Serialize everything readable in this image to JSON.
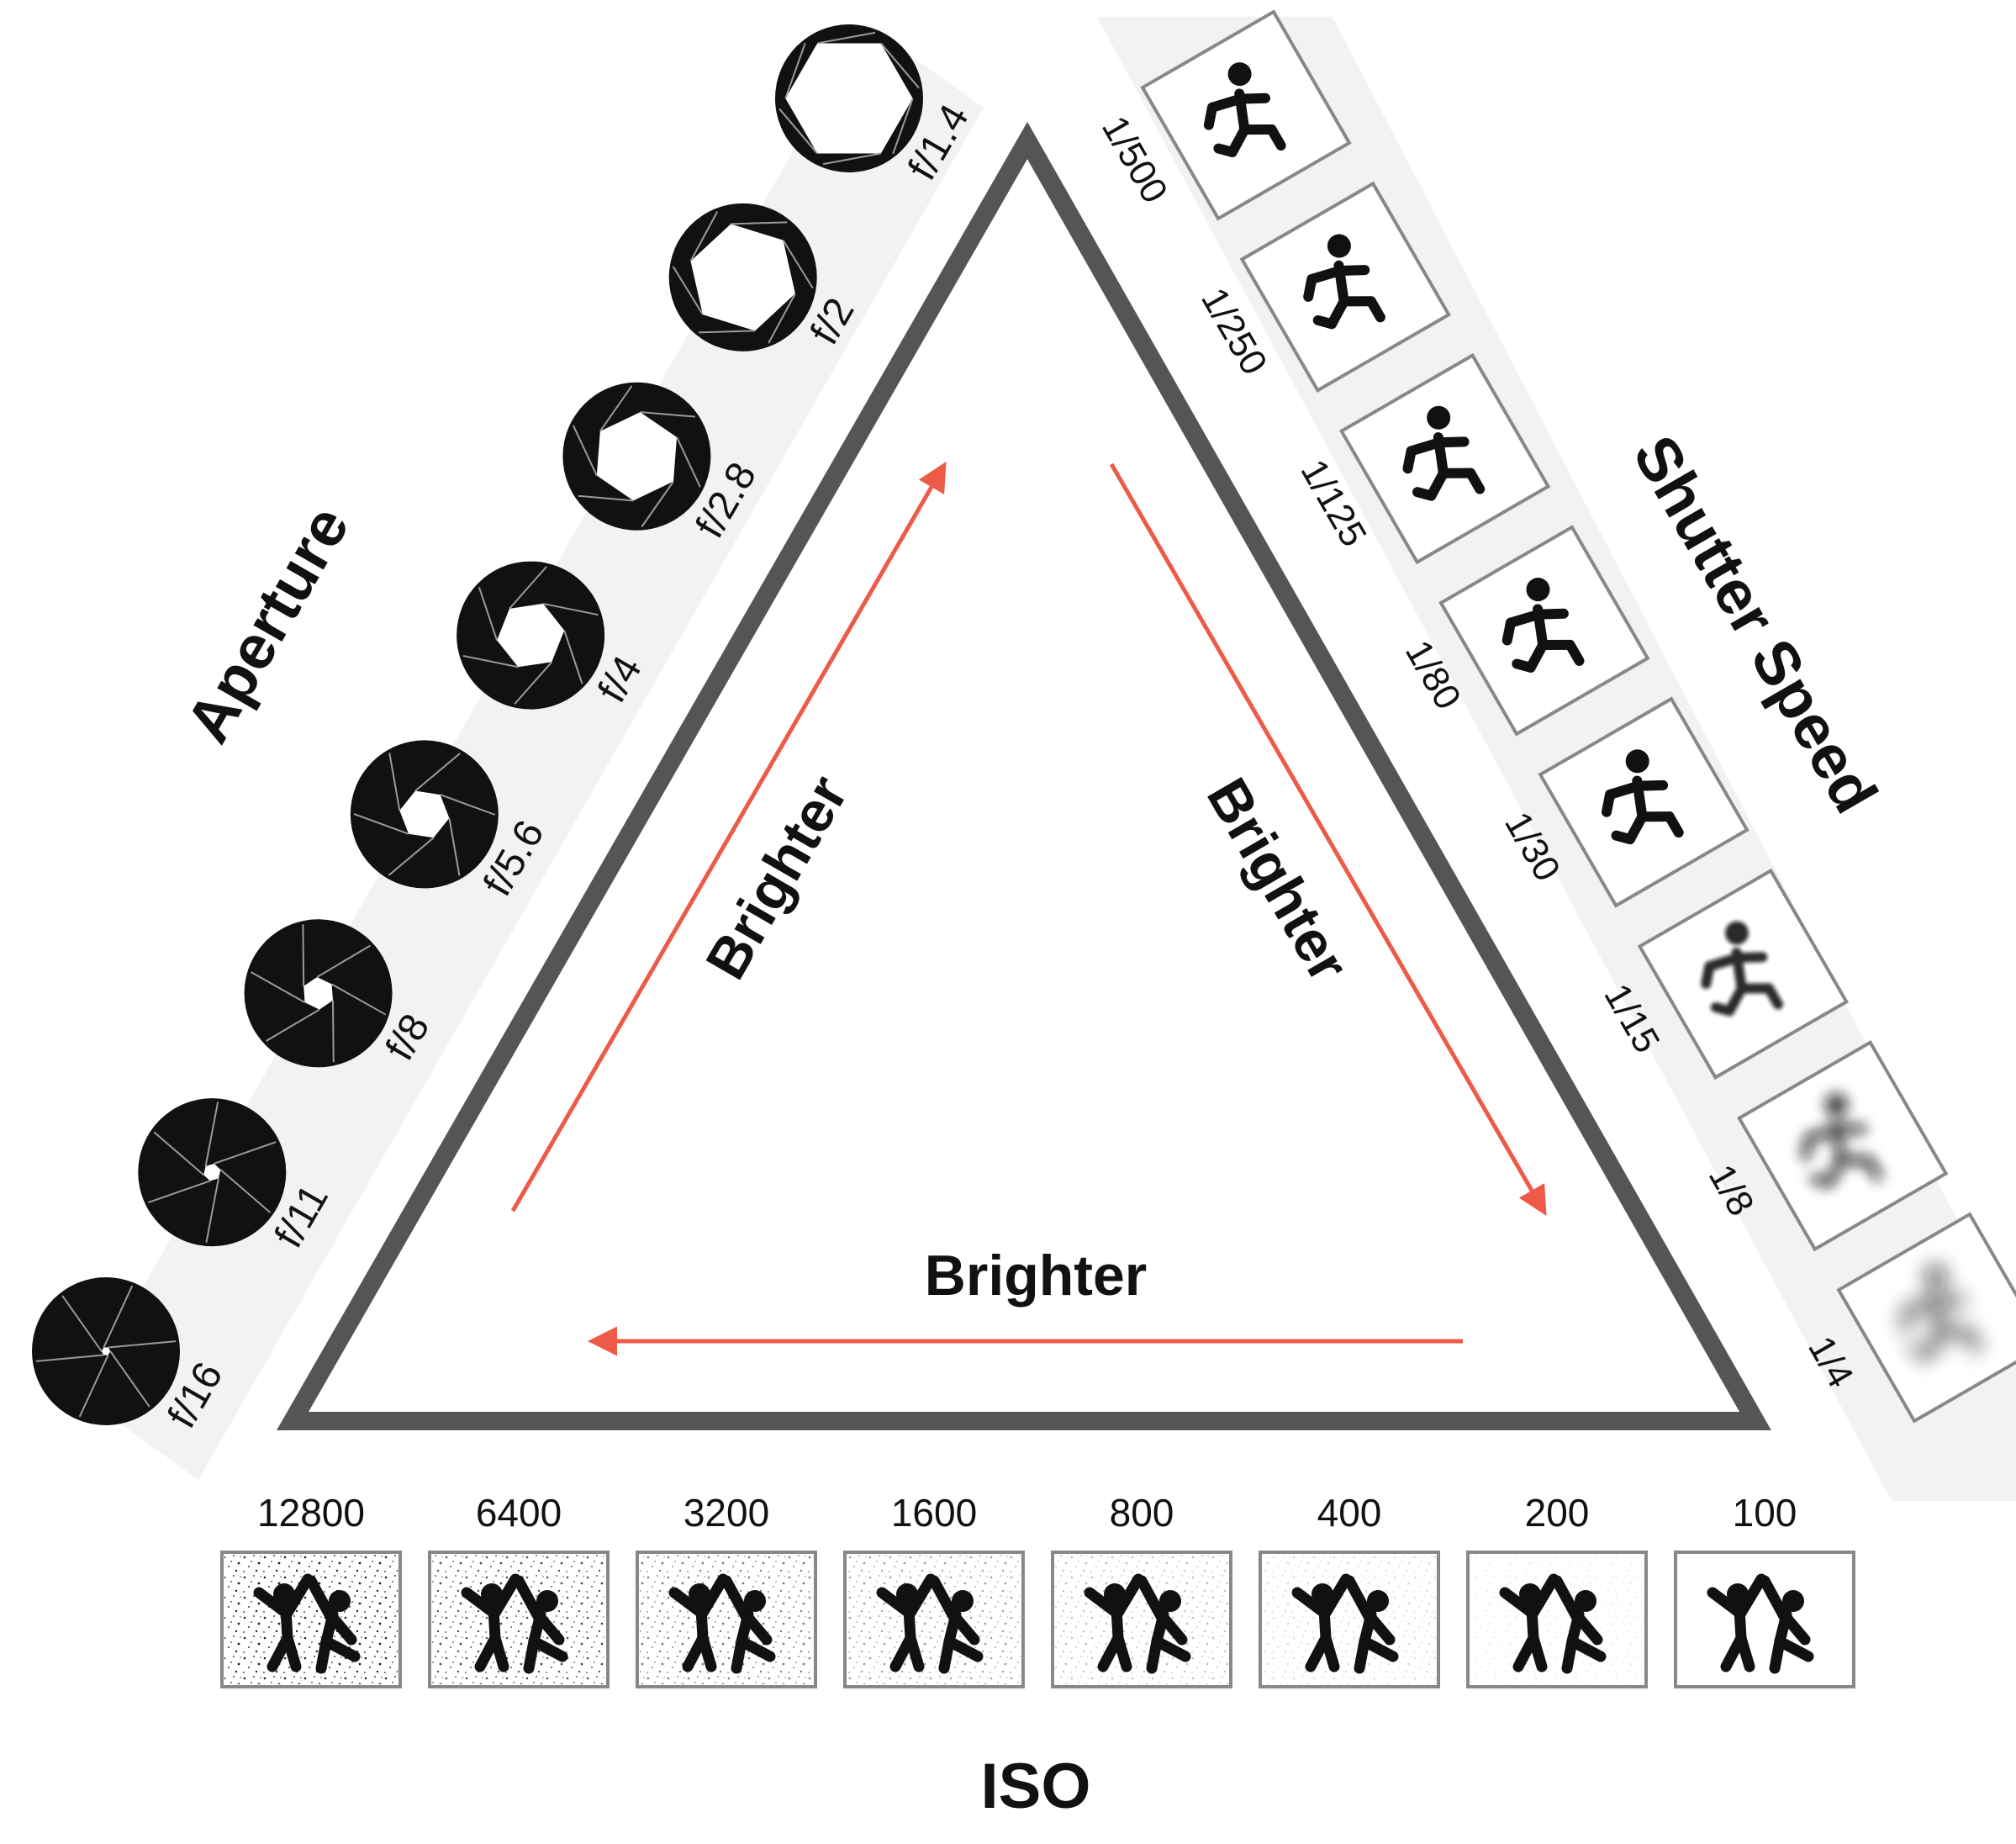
{
  "colors": {
    "triangle": "#555555",
    "arrow": "#ee5a48",
    "ink": "#111111",
    "frame": "#888888",
    "band": "#f2f2f2"
  },
  "labels": {
    "aperture": "Aperture",
    "shutter": "Shutter Speed",
    "iso": "ISO",
    "brighter_left": "Brighter",
    "brighter_right": "Brighter",
    "brighter_bottom": "Brighter"
  },
  "aperture_stops": [
    {
      "label": "f/1.4",
      "opening": 0.86,
      "icon": "aperture-icon"
    },
    {
      "label": "f/2",
      "opening": 0.74,
      "icon": "aperture-icon"
    },
    {
      "label": "f/2.8",
      "opening": 0.6,
      "icon": "aperture-icon"
    },
    {
      "label": "f/4",
      "opening": 0.46,
      "icon": "aperture-icon"
    },
    {
      "label": "f/5.6",
      "opening": 0.34,
      "icon": "aperture-icon"
    },
    {
      "label": "f/8",
      "opening": 0.22,
      "icon": "aperture-icon"
    },
    {
      "label": "f/11",
      "opening": 0.12,
      "icon": "aperture-icon"
    },
    {
      "label": "f/16",
      "opening": 0.06,
      "icon": "aperture-icon"
    }
  ],
  "shutter_speeds": [
    {
      "label": "1/500",
      "blur": 0,
      "icon": "running-person-icon"
    },
    {
      "label": "1/250",
      "blur": 0,
      "icon": "running-person-icon"
    },
    {
      "label": "1/125",
      "blur": 0,
      "icon": "running-person-icon"
    },
    {
      "label": "1/80",
      "blur": 0,
      "icon": "running-person-icon"
    },
    {
      "label": "1/30",
      "blur": 0.1,
      "icon": "running-person-icon"
    },
    {
      "label": "1/15",
      "blur": 0.35,
      "icon": "running-person-icon"
    },
    {
      "label": "1/8",
      "blur": 0.65,
      "icon": "running-person-icon"
    },
    {
      "label": "1/4",
      "blur": 1,
      "icon": "running-person-icon"
    }
  ],
  "iso_values": [
    {
      "label": "12800",
      "noise": 1,
      "icon": "dancing-people-icon"
    },
    {
      "label": "6400",
      "noise": 0.8,
      "icon": "dancing-people-icon"
    },
    {
      "label": "3200",
      "noise": 0.6,
      "icon": "dancing-people-icon"
    },
    {
      "label": "1600",
      "noise": 0.42,
      "icon": "dancing-people-icon"
    },
    {
      "label": "800",
      "noise": 0.28,
      "icon": "dancing-people-icon"
    },
    {
      "label": "400",
      "noise": 0.16,
      "icon": "dancing-people-icon"
    },
    {
      "label": "200",
      "noise": 0.08,
      "icon": "dancing-people-icon"
    },
    {
      "label": "100",
      "noise": 0,
      "icon": "dancing-people-icon"
    }
  ]
}
